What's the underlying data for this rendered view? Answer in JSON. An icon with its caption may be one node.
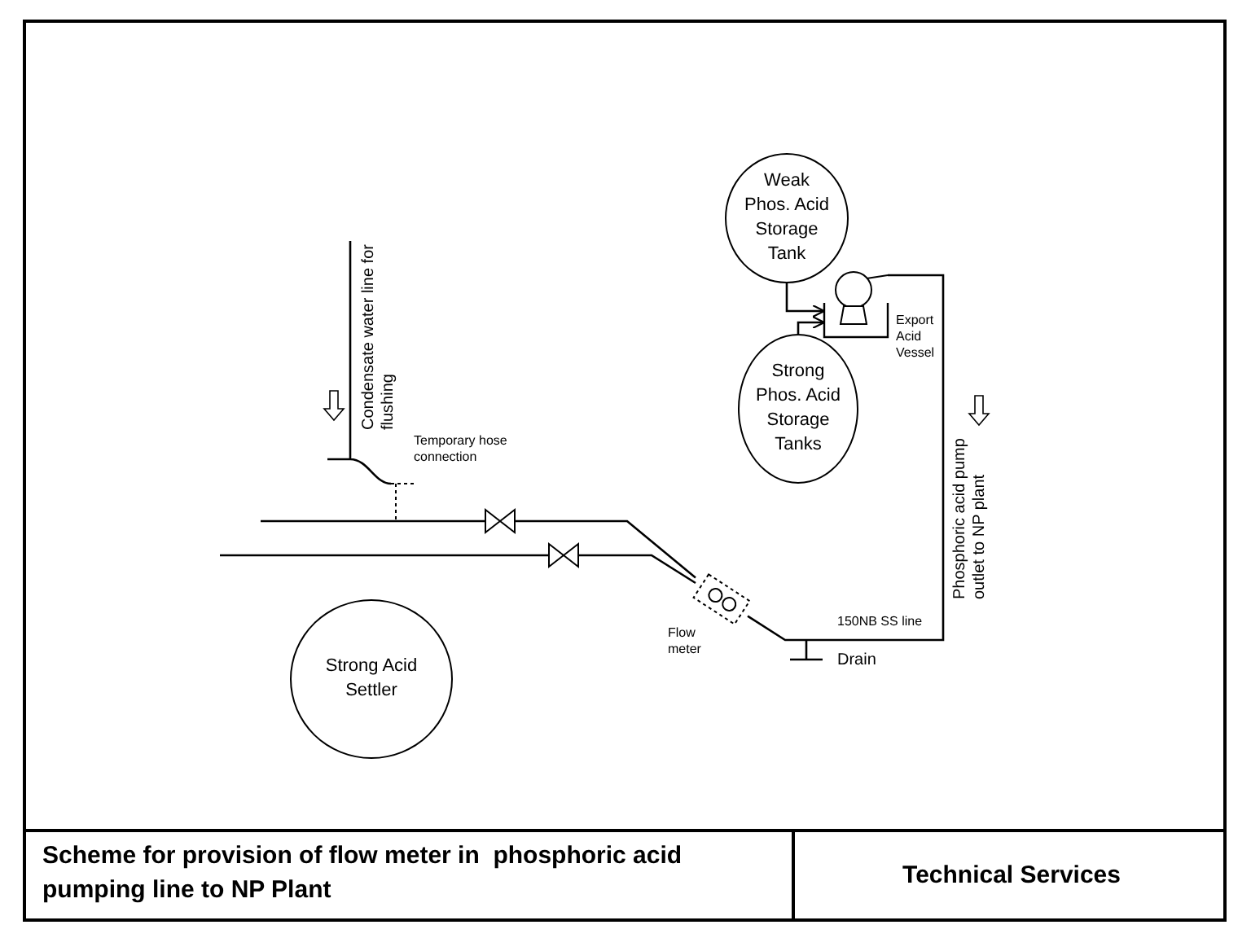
{
  "diagram": {
    "title": "Scheme for provision of flow meter in  phosphoric acid pumping line to NP Plant",
    "nodes": [
      {
        "text": [
          "Weak Phos. Acid Storage Tank"
        ]
      },
      {
        "text": [],
        "shape": "vessel",
        "beside": [
          "Export Acid Vessel"
        ]
      },
      {
        "text": [
          "Strong Phos. Acid Storage Tanks"
        ]
      },
      {
        "text": [],
        "shape": "box",
        "beside": [
          "Flow meter"
        ]
      },
      {
        "text": [],
        "shape": "valve"
      },
      {
        "text": [],
        "shape": "valve"
      },
      {
        "text": [
          "Strong Acid Settler"
        ]
      }
    ],
    "edges": [
      {
        "from": 0,
        "to": 1,
        "arrow": "to"
      },
      {
        "from": 2,
        "to": 1,
        "arrow": "to"
      },
      {
        "from": 1,
        "to": 3,
        "arrow": "none",
        "label": "150NB SS line"
      },
      {
        "from": 3,
        "to": 4,
        "arrow": "none"
      },
      {
        "from": 3,
        "to": 5,
        "arrow": "none"
      },
      {
        "from": 4,
        "to": null,
        "arrow": "none"
      },
      {
        "from": 5,
        "to": null,
        "arrow": "none"
      }
    ],
    "labels": [
      "Condensate water line for flushing",
      "Temporary hose connection",
      "Phosphoric acid pump outlet to NP plant",
      "Drain",
      "Technical Services"
    ]
  }
}
